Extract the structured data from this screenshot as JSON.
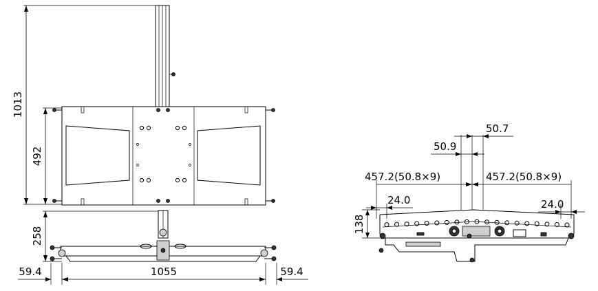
{
  "dimensions": {
    "total_height": "1013",
    "frame_height": "492",
    "base_height": "258",
    "overall_width": "1055",
    "left_offset": "59.4",
    "right_offset": "59.4",
    "pin_offset_a": "50.7",
    "pin_offset_b": "50.9",
    "left_span": "457.2(50.8×9)",
    "right_span": "457.2(50.8×9)",
    "side_height": "138",
    "left_edge": "24.0",
    "right_edge": "24.0"
  }
}
